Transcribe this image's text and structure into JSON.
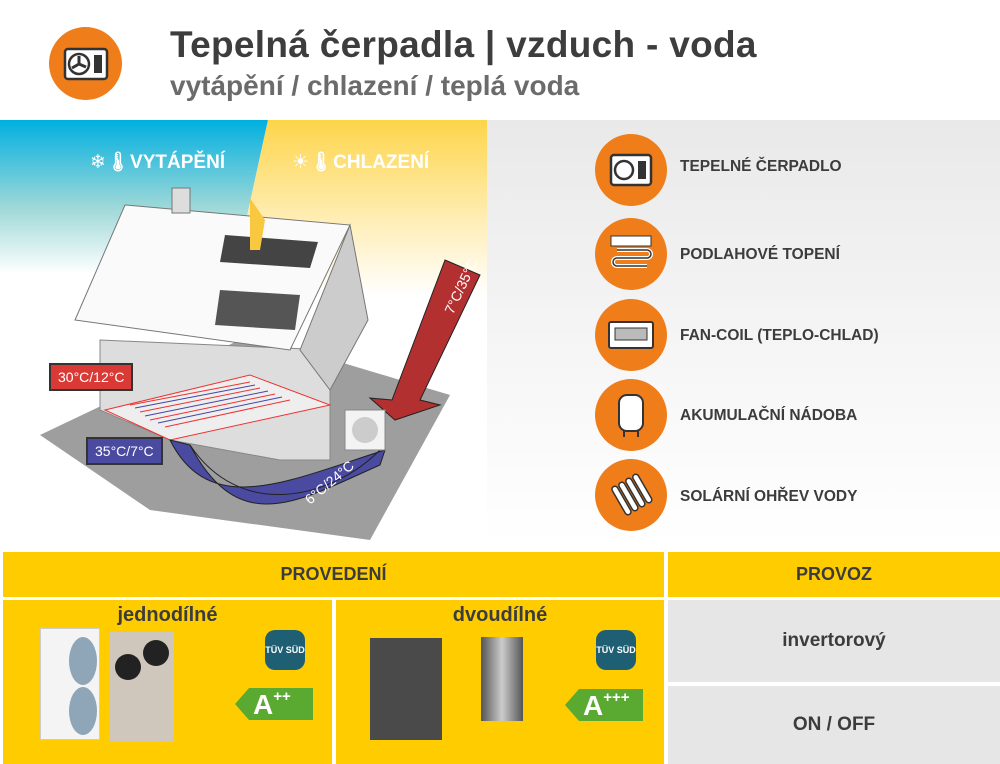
{
  "header": {
    "icon": "heat-pump-icon",
    "title": "Tepelná čerpadla | vzduch - voda",
    "subtitle": "vytápění / chlazení / teplá voda"
  },
  "illustration": {
    "heating_label": "VYTÁPĚNÍ",
    "cooling_label": "CHLAZENÍ",
    "temp_red_box": "30°C/12°C",
    "temp_blue_box": "35°C/7°C",
    "temp_red_arrow": "7°C/35°C",
    "temp_blue_arrow": "6°C/24°C"
  },
  "legend": [
    {
      "icon": "heat-pump-icon",
      "label": "TEPELNÉ ČERPADLO"
    },
    {
      "icon": "floor-heating-icon",
      "label": "PODLAHOVÉ TOPENÍ"
    },
    {
      "icon": "fan-coil-icon",
      "label": "FAN-COIL (TEPLO-CHLAD)"
    },
    {
      "icon": "storage-tank-icon",
      "label": "AKUMULAČNÍ NÁDOBA"
    },
    {
      "icon": "solar-collector-icon",
      "label": "SOLÁRNÍ OHŘEV VODY"
    }
  ],
  "table": {
    "provedeni_header": "PROVEDENÍ",
    "provoz_header": "PROVOZ",
    "types": [
      {
        "name": "jednodílné",
        "certification": "TÜV SÜD",
        "energy_class": "A",
        "energy_plus": "++"
      },
      {
        "name": "dvoudílné",
        "certification": "TÜV SÜD",
        "energy_class": "A",
        "energy_plus": "+++"
      }
    ],
    "provoz": [
      "invertorový",
      "ON / OFF"
    ]
  },
  "colors": {
    "orange": "#ef7d1a",
    "yellow": "#ffcc00",
    "red": "#d93a36",
    "blue": "#4a4aa0",
    "green": "#5aaa32"
  }
}
